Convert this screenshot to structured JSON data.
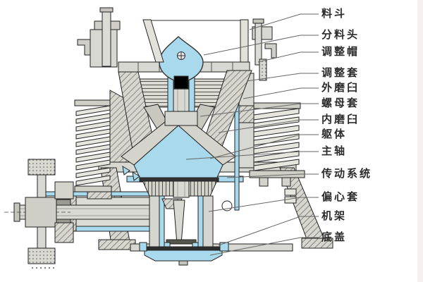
{
  "diagram": {
    "colors": {
      "highlight_blue": "#a8d9ec",
      "metal_gray": "#d8d8d2",
      "outline": "#222222",
      "hatch_line": "#55554e",
      "leader_line": "#666666",
      "label_text": "#2b2b2b",
      "background": "#ffffff"
    },
    "labels": [
      {
        "text": "料斗"
      },
      {
        "text": "分料头"
      },
      {
        "text": "调整帽"
      },
      {
        "text": "调整套"
      },
      {
        "text": "外磨臼"
      },
      {
        "text": "螺母套"
      },
      {
        "text": "内磨臼"
      },
      {
        "text": "躯体"
      },
      {
        "text": "主轴"
      },
      {
        "text": "传动系统"
      },
      {
        "text": "偏心套"
      },
      {
        "text": "机架"
      },
      {
        "text": "底盖"
      }
    ]
  }
}
